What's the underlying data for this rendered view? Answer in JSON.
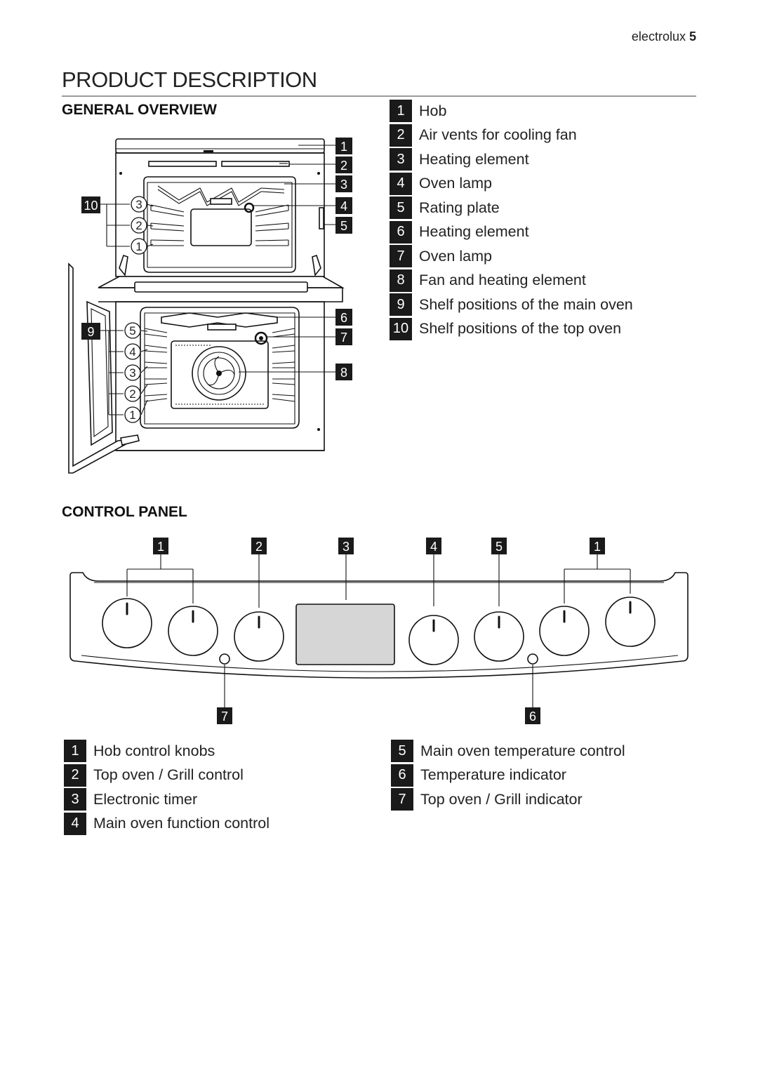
{
  "header": {
    "brand": "electrolux",
    "page_number": "5"
  },
  "title": "PRODUCT DESCRIPTION",
  "general_overview": {
    "heading": "GENERAL OVERVIEW",
    "diagram_numbers": {
      "right": [
        "1",
        "2",
        "3",
        "4",
        "5",
        "6",
        "7",
        "8"
      ],
      "top_shelf_group": "10",
      "top_shelves": [
        "3",
        "2",
        "1"
      ],
      "main_shelf_group": "9",
      "main_shelves": [
        "5",
        "4",
        "3",
        "2",
        "1"
      ]
    },
    "legend": [
      {
        "num": "1",
        "label": "Hob"
      },
      {
        "num": "2",
        "label": "Air vents for cooling fan"
      },
      {
        "num": "3",
        "label": "Heating element"
      },
      {
        "num": "4",
        "label": "Oven lamp"
      },
      {
        "num": "5",
        "label": "Rating plate"
      },
      {
        "num": "6",
        "label": "Heating element"
      },
      {
        "num": "7",
        "label": "Oven lamp"
      },
      {
        "num": "8",
        "label": "Fan and heating element"
      },
      {
        "num": "9",
        "label": "Shelf positions of the main oven"
      },
      {
        "num": "10",
        "label": "Shelf positions of the top oven"
      }
    ]
  },
  "control_panel": {
    "heading": "CONTROL PANEL",
    "diagram_numbers": {
      "top": [
        "1",
        "2",
        "3",
        "4",
        "5",
        "1"
      ],
      "bottom": [
        "7",
        "6"
      ]
    },
    "legend_left": [
      {
        "num": "1",
        "label": "Hob control knobs"
      },
      {
        "num": "2",
        "label": "Top oven / Grill control"
      },
      {
        "num": "3",
        "label": "Electronic timer"
      },
      {
        "num": "4",
        "label": "Main oven function control"
      }
    ],
    "legend_right": [
      {
        "num": "5",
        "label": "Main oven temperature control"
      },
      {
        "num": "6",
        "label": "Temperature indicator"
      },
      {
        "num": "7",
        "label": "Top oven / Grill indicator"
      }
    ]
  }
}
